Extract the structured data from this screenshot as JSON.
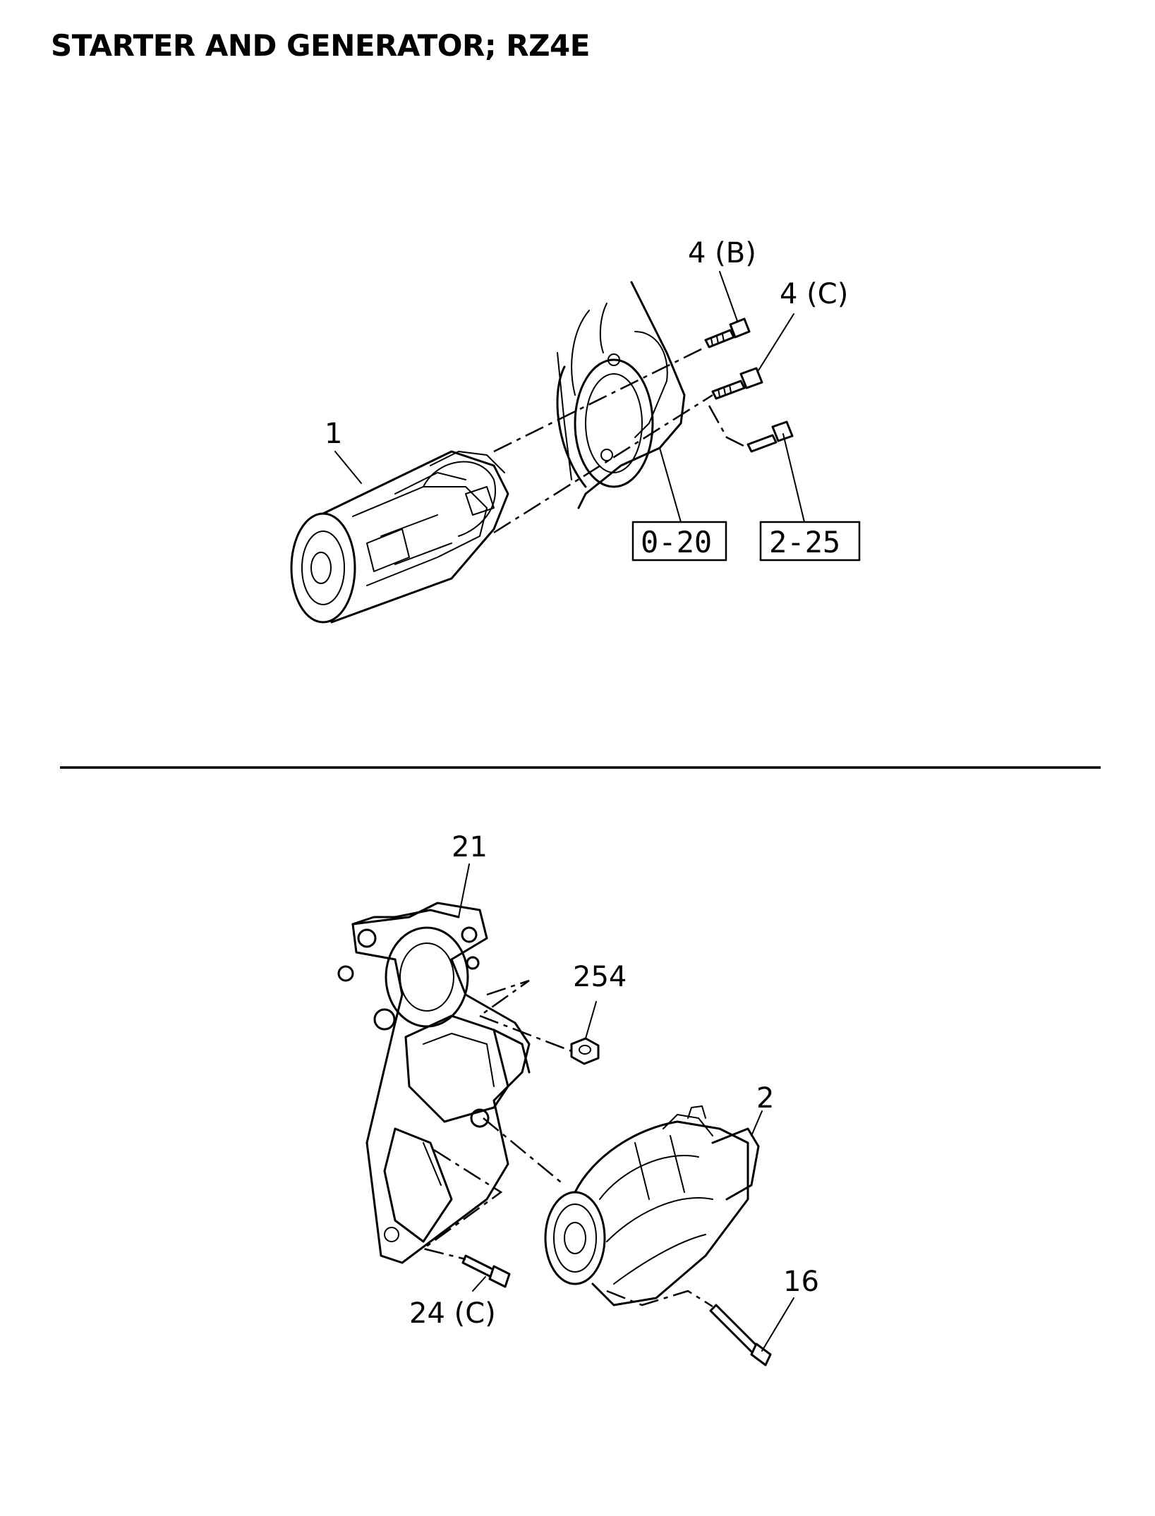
{
  "title": "STARTER AND GENERATOR; RZ4E",
  "callouts": {
    "c1": "1",
    "c4b": "4 (B)",
    "c4c": "4 (C)",
    "c21": "21",
    "c254": "254",
    "c2": "2",
    "c16": "16",
    "c24c": "24 (C)"
  },
  "references": {
    "ref_0_20": "0-20",
    "ref_2_25": "2-25"
  }
}
